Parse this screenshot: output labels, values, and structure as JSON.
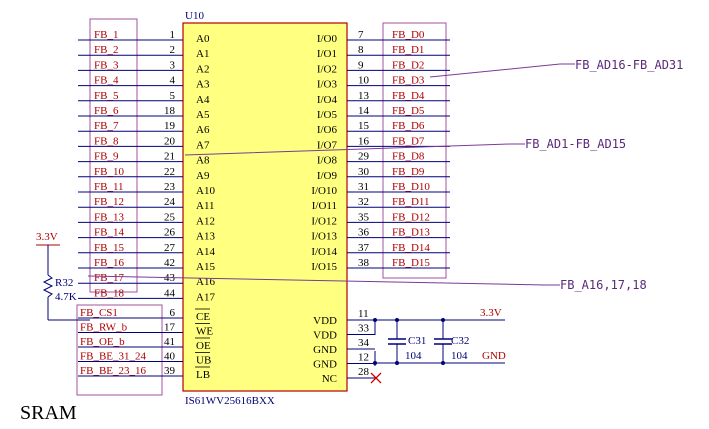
{
  "chip": {
    "ref": "U10",
    "part": "IS61WV25616BXX",
    "left_pins": [
      {
        "net": "FB_1",
        "num": "1",
        "sig": "A0"
      },
      {
        "net": "FB_2",
        "num": "2",
        "sig": "A1"
      },
      {
        "net": "FB_3",
        "num": "3",
        "sig": "A2"
      },
      {
        "net": "FB_4",
        "num": "4",
        "sig": "A3"
      },
      {
        "net": "FB_5",
        "num": "5",
        "sig": "A4"
      },
      {
        "net": "FB_6",
        "num": "18",
        "sig": "A5"
      },
      {
        "net": "FB_7",
        "num": "19",
        "sig": "A6"
      },
      {
        "net": "FB_8",
        "num": "20",
        "sig": "A7"
      },
      {
        "net": "FB_9",
        "num": "21",
        "sig": "A8"
      },
      {
        "net": "FB_10",
        "num": "22",
        "sig": "A9"
      },
      {
        "net": "FB_11",
        "num": "23",
        "sig": "A10"
      },
      {
        "net": "FB_12",
        "num": "24",
        "sig": "A11"
      },
      {
        "net": "FB_13",
        "num": "25",
        "sig": "A12"
      },
      {
        "net": "FB_14",
        "num": "26",
        "sig": "A13"
      },
      {
        "net": "FB_15",
        "num": "27",
        "sig": "A14"
      },
      {
        "net": "FB_16",
        "num": "42",
        "sig": "A15"
      },
      {
        "net": "FB_17",
        "num": "43",
        "sig": "A16"
      },
      {
        "net": "FB_18",
        "num": "44",
        "sig": "A17"
      }
    ],
    "ctrl_pins": [
      {
        "net": "FB_CS1",
        "num": "6",
        "sig": "CE"
      },
      {
        "net": "FB_RW_b",
        "num": "17",
        "sig": "WE"
      },
      {
        "net": "FB_OE_b",
        "num": "41",
        "sig": "OE"
      },
      {
        "net": "FB_BE_31_24",
        "num": "40",
        "sig": "UB"
      },
      {
        "net": "FB_BE_23_16",
        "num": "39",
        "sig": "LB"
      }
    ],
    "right_pins": [
      {
        "sig": "I/O0",
        "num": "7",
        "net": "FB_D0"
      },
      {
        "sig": "I/O1",
        "num": "8",
        "net": "FB_D1"
      },
      {
        "sig": "I/O2",
        "num": "9",
        "net": "FB_D2"
      },
      {
        "sig": "I/O3",
        "num": "10",
        "net": "FB_D3"
      },
      {
        "sig": "I/O4",
        "num": "13",
        "net": "FB_D4"
      },
      {
        "sig": "I/O5",
        "num": "14",
        "net": "FB_D5"
      },
      {
        "sig": "I/O6",
        "num": "15",
        "net": "FB_D6"
      },
      {
        "sig": "I/O7",
        "num": "16",
        "net": "FB_D7"
      },
      {
        "sig": "I/O8",
        "num": "29",
        "net": "FB_D8"
      },
      {
        "sig": "I/O9",
        "num": "30",
        "net": "FB_D9"
      },
      {
        "sig": "I/O10",
        "num": "31",
        "net": "FB_D10"
      },
      {
        "sig": "I/O11",
        "num": "32",
        "net": "FB_D11"
      },
      {
        "sig": "I/O12",
        "num": "35",
        "net": "FB_D12"
      },
      {
        "sig": "I/O13",
        "num": "36",
        "net": "FB_D13"
      },
      {
        "sig": "I/O14",
        "num": "37",
        "net": "FB_D14"
      },
      {
        "sig": "I/O15",
        "num": "38",
        "net": "FB_D15"
      }
    ],
    "power_pins": [
      {
        "sig": "VDD",
        "num": "11"
      },
      {
        "sig": "VDD",
        "num": "33"
      },
      {
        "sig": "GND",
        "num": "34"
      },
      {
        "sig": "GND",
        "num": "12"
      },
      {
        "sig": "NC",
        "num": "28"
      }
    ]
  },
  "annotations": {
    "data_high": "FB_AD16-FB_AD31",
    "data_low": "FB_AD1-FB_AD15",
    "addr_high": "FB_A16,17,18"
  },
  "pullup": {
    "supply": "3.3V",
    "ref": "R32",
    "value": "4.7K"
  },
  "rails": {
    "vdd": "3.3V",
    "gnd": "GND"
  },
  "caps": [
    {
      "ref": "C31",
      "value": "104"
    },
    {
      "ref": "C32",
      "value": "104"
    }
  ],
  "title": "SRAM",
  "colors": {
    "chip_fill": "#ffff80",
    "chip_stroke": "#b00000",
    "net_box": "#a050a0",
    "wire": "#00007a",
    "ann_line": "#7a3a9a"
  }
}
